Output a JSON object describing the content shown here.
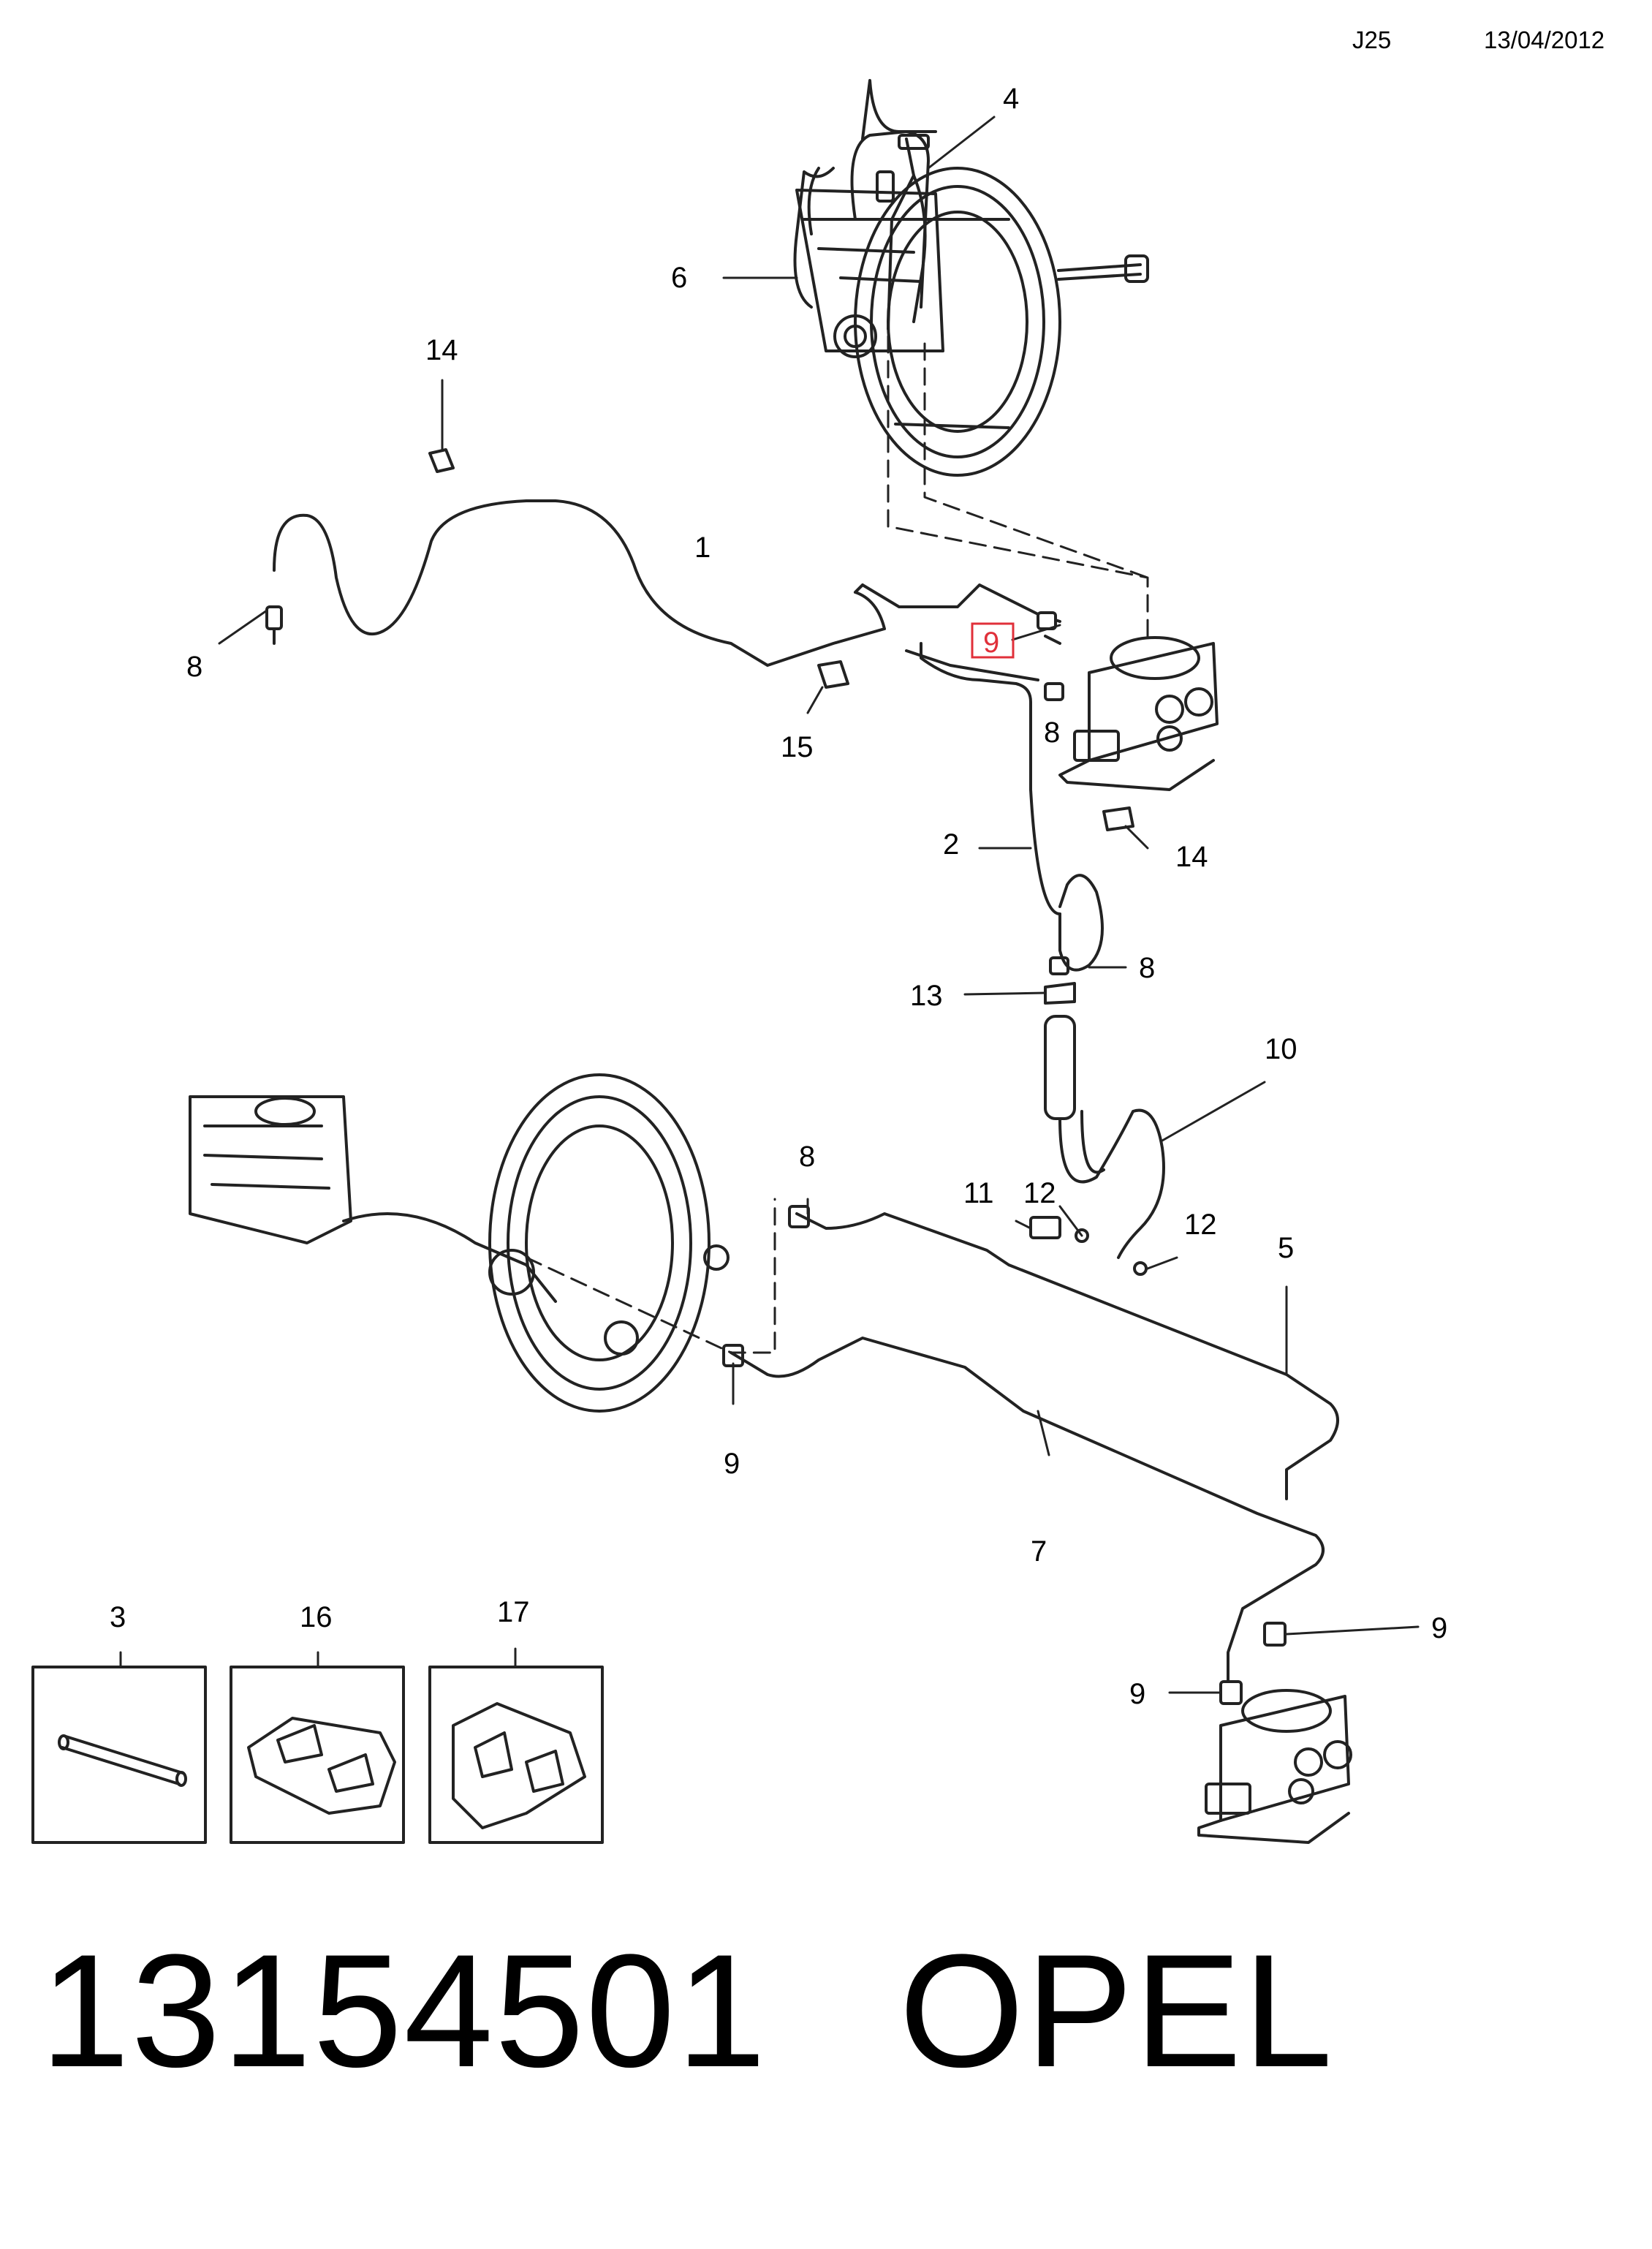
{
  "header": {
    "code": "J25",
    "date": "13/04/2012"
  },
  "footer": {
    "part_number": "13154501",
    "brand": "OPEL"
  },
  "highlight_color": "#e0303a",
  "callouts": [
    {
      "id": "c-4",
      "text": "4"
    },
    {
      "id": "c-6",
      "text": "6"
    },
    {
      "id": "c-14a",
      "text": "14"
    },
    {
      "id": "c-1",
      "text": "1"
    },
    {
      "id": "c-8a",
      "text": "8"
    },
    {
      "id": "c-9hl",
      "text": "9"
    },
    {
      "id": "c-8b",
      "text": "8"
    },
    {
      "id": "c-15",
      "text": "15"
    },
    {
      "id": "c-2",
      "text": "2"
    },
    {
      "id": "c-14b",
      "text": "14"
    },
    {
      "id": "c-8c",
      "text": "8"
    },
    {
      "id": "c-13",
      "text": "13"
    },
    {
      "id": "c-10",
      "text": "10"
    },
    {
      "id": "c-8d",
      "text": "8"
    },
    {
      "id": "c-11",
      "text": "11"
    },
    {
      "id": "c-12a",
      "text": "12"
    },
    {
      "id": "c-12b",
      "text": "12"
    },
    {
      "id": "c-5",
      "text": "5"
    },
    {
      "id": "c-9a",
      "text": "9"
    },
    {
      "id": "c-7",
      "text": "7"
    },
    {
      "id": "c-9b",
      "text": "9"
    },
    {
      "id": "c-9c",
      "text": "9"
    },
    {
      "id": "c-3",
      "text": "3"
    },
    {
      "id": "c-16",
      "text": "16"
    },
    {
      "id": "c-17",
      "text": "17"
    }
  ]
}
